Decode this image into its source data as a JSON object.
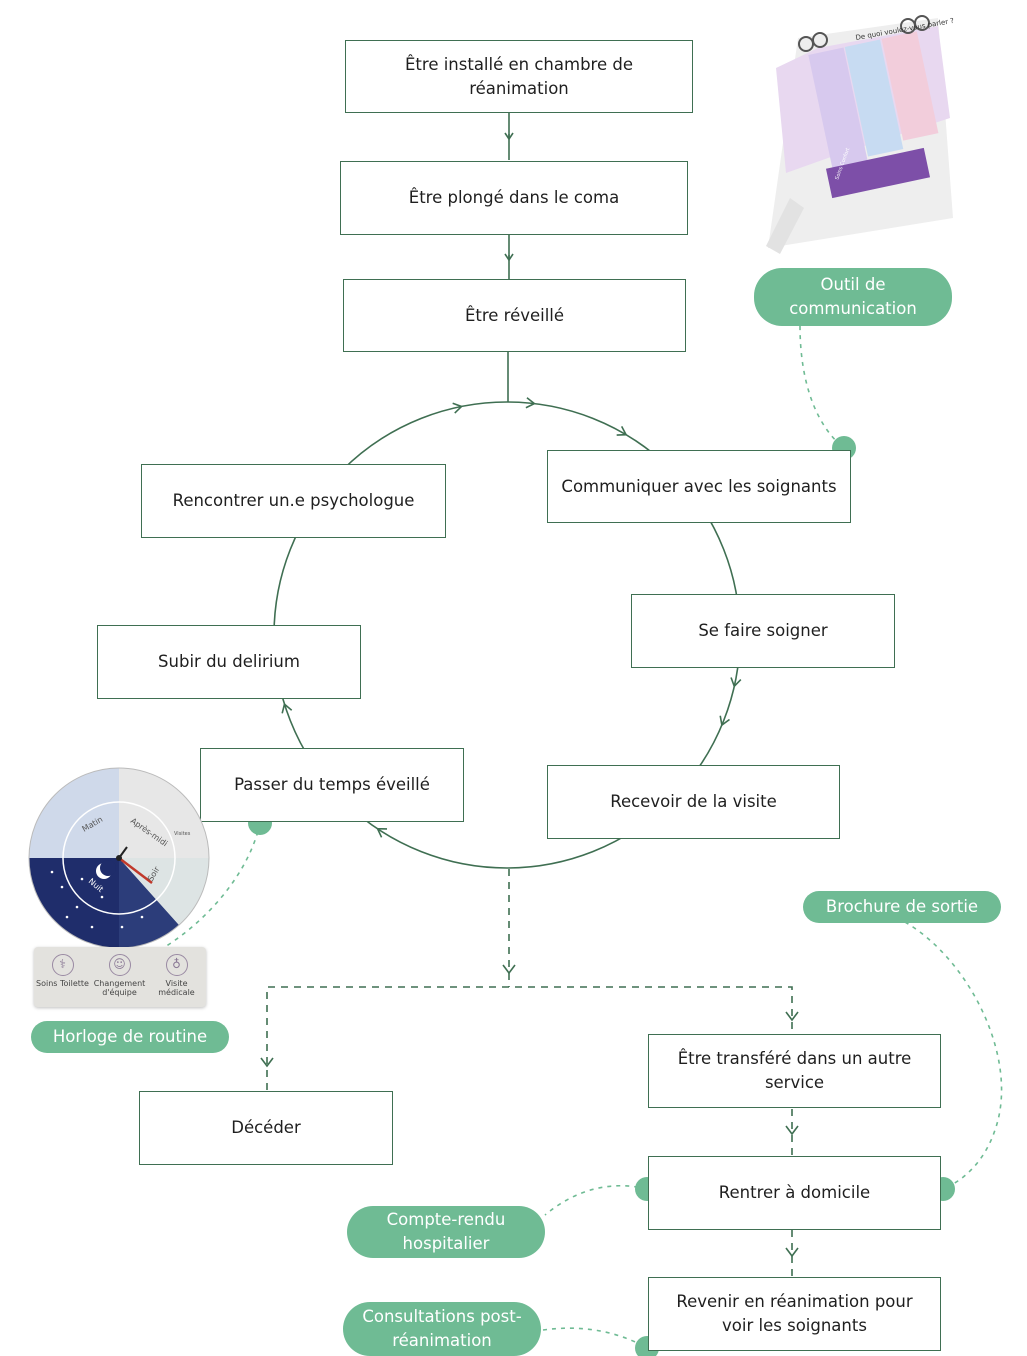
{
  "colors": {
    "line": "#3f6f52",
    "accent": "#6fbb94",
    "text": "#1f1f1f"
  },
  "steps": {
    "installed": "Être installé en chambre de réanimation",
    "coma": "Être plongé dans le coma",
    "awake": "Être réveillé",
    "psychologist": "Rencontrer un.e psychologue",
    "communicate": "Communiquer avec les soignants",
    "cared": "Se faire soigner",
    "delirium": "Subir du delirium",
    "visit": "Recevoir de la visite",
    "awake_time": "Passer du temps éveillé",
    "die": "Décéder",
    "transfer": "Être transféré dans un autre service",
    "home": "Rentrer à domicile",
    "return": "Revenir en réanimation pour voir les soignants"
  },
  "tools": {
    "communication_tool": "Outil de communication",
    "routine_clock": "Horloge de routine",
    "discharge_brochure": "Brochure de sortie",
    "hospital_report": "Compte-rendu hospitalier",
    "post_icu_consult": "Consultations post-réanimation"
  },
  "flipbook": {
    "title": "De quoi voulez-vous parler ?",
    "tab_label": "Soins Confort"
  },
  "clock": {
    "sectors": [
      "Matin",
      "Après-midi",
      "Soir",
      "Nuit"
    ],
    "side_label": "Visites",
    "legend": [
      "Soins Toilette",
      "Changement d'équipe",
      "Visite médicale"
    ]
  }
}
